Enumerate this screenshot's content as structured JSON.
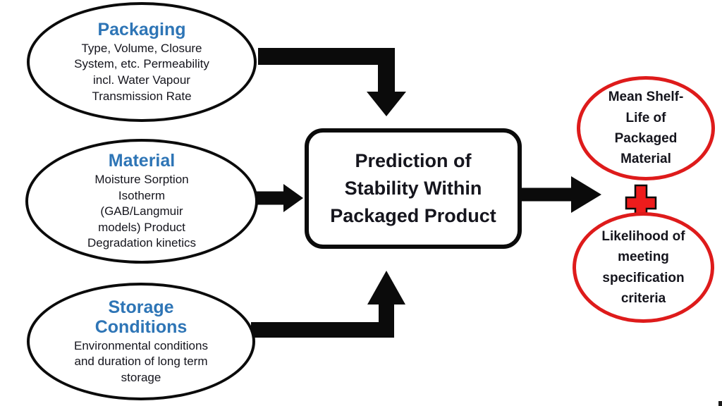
{
  "diagram": {
    "inputs": [
      {
        "title": "Packaging",
        "body": "Type, Volume, Closure System, etc. Permeability incl. Water Vapour Transmission Rate"
      },
      {
        "title": "Material",
        "body": "Moisture Sorption Isotherm (GAB/Langmuir models) Product Degradation kinetics"
      },
      {
        "title": "Storage Conditions",
        "body": "Environmental conditions and duration of long term storage"
      }
    ],
    "process": {
      "title": "Prediction of Stability Within Packaged Product"
    },
    "outputs": [
      {
        "label": "Mean Shelf-Life of Packaged Material"
      },
      {
        "label": "Likelihood of meeting specification criteria"
      }
    ],
    "icons": {
      "plus": "plus-icon"
    },
    "colors": {
      "heading_blue": "#2E75B6",
      "outline_black": "#0b0b0b",
      "accent_red": "#DE1B1B",
      "plus_red": "#EE1C1C",
      "text_dark": "#15151d",
      "background": "#ffffff"
    }
  }
}
